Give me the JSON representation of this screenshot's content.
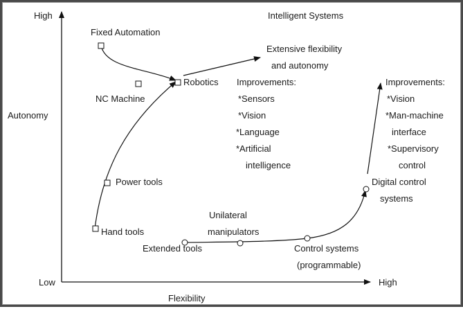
{
  "title": "Intelligent Systems",
  "axes": {
    "y_label": "Autonomy",
    "y_high": "High",
    "x_label": "Flexibility",
    "x_low": "Low",
    "x_high": "High"
  },
  "nodes": {
    "fixed_automation": "Fixed Automation",
    "nc_machine": "NC Machine",
    "robotics": "Robotics",
    "power_tools": "Power tools",
    "hand_tools": "Hand tools",
    "extended_tools": "Extended tools",
    "unilateral_line1": "Unilateral",
    "unilateral_line2": "manipulators",
    "control_line1": "Control systems",
    "control_line2": "(programmable)",
    "digital_line1": "Digital control",
    "digital_line2": "systems"
  },
  "destination": {
    "line1": "Extensive flexibility",
    "line2": "and autonomy"
  },
  "robotics_improvements": {
    "heading": "Improvements:",
    "items": [
      "*Sensors",
      "*Vision",
      "*Language",
      "*Artificial",
      "intelligence"
    ]
  },
  "control_improvements": {
    "heading": "Improvements:",
    "items": [
      "*Vision",
      "*Man-machine",
      "interface",
      "*Supervisory",
      "control"
    ]
  }
}
